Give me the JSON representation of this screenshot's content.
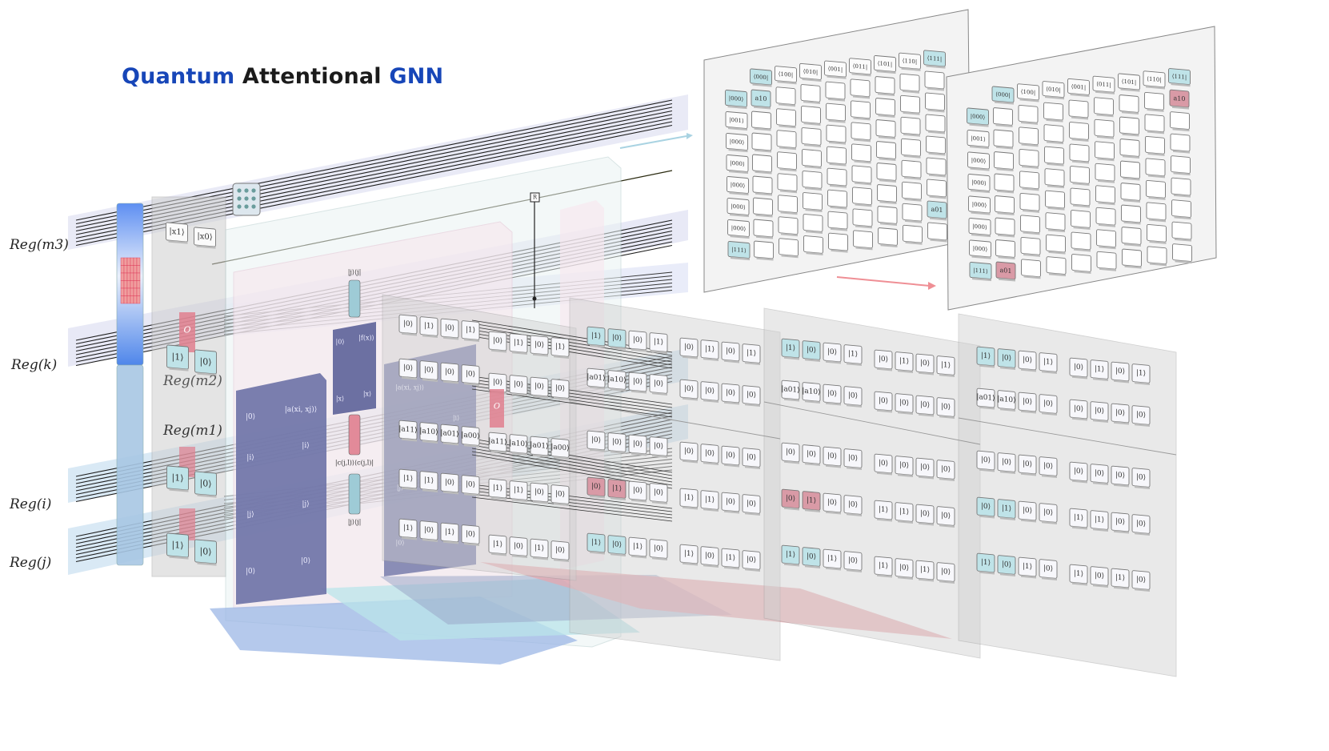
{
  "title": {
    "part1": "Quantum",
    "part2": "Attentional",
    "part3": "GNN"
  },
  "colors": {
    "title_blue": "#1746b8",
    "cyan_gate": "#bfe3e8",
    "pink_gate": "#d99aa6",
    "oracle_pink": "#e07f8e",
    "purple_block": "#6f74a8",
    "panel_gray": "#e6e6e6"
  },
  "registers": {
    "m3": "Reg(m3)",
    "k": "Reg(k)",
    "m2": "Reg(m2)",
    "m1": "Reg(m1)",
    "i": "Reg(i)",
    "j": "Reg(j)"
  },
  "input_states": [
    "|x1⟩",
    "|x0⟩"
  ],
  "oracle_label": "O",
  "ket_one": "|1⟩",
  "ket_zero": "|0⟩",
  "ket_a01": "|a01⟩",
  "ket_a10": "|a10⟩",
  "ket_a11": "|a11⟩",
  "ket_a00": "|a00⟩",
  "ket_i": "|i⟩",
  "ket_j": "|j⟩",
  "ket_x": "|x⟩",
  "ket_fx": "|f(x)⟩",
  "ket_a_xixj": "|a(xi, xj)⟩",
  "ket_jj": "|j⟩⟨j|",
  "ket_cjl": "|c(j,l)⟩⟨c(j,l)|",
  "measure_label": "R",
  "matrix": {
    "col_headers": [
      "⟨000|",
      "⟨100|",
      "⟨010|",
      "⟨001|",
      "⟨011|",
      "⟨101|",
      "⟨110|",
      "⟨111|"
    ],
    "row_headers": [
      "|000⟩",
      "|001⟩",
      "|000⟩",
      "|000⟩",
      "|000⟩",
      "|000⟩",
      "|000⟩",
      "|111⟩"
    ],
    "entry_a10": "a10",
    "entry_a01": "a01"
  },
  "stage_rows": [
    [
      "|1⟩",
      "|0⟩",
      "|0⟩",
      "|1⟩",
      "|0⟩",
      "|1⟩",
      "|0⟩",
      "|1⟩"
    ],
    [
      "|a01⟩",
      "|a10⟩",
      "|0⟩",
      "|0⟩",
      "|0⟩",
      "|0⟩",
      "|0⟩",
      "|0⟩"
    ],
    [
      "|0⟩",
      "|0⟩",
      "|0⟩",
      "|0⟩",
      "|0⟩",
      "|0⟩",
      "|0⟩",
      "|0⟩"
    ],
    [
      "|0⟩",
      "|1⟩",
      "|0⟩",
      "|0⟩",
      "|1⟩",
      "|1⟩",
      "|0⟩",
      "|0⟩"
    ],
    [
      "|1⟩",
      "|0⟩",
      "|1⟩",
      "|0⟩",
      "|1⟩",
      "|0⟩",
      "|1⟩",
      "|0⟩"
    ]
  ]
}
